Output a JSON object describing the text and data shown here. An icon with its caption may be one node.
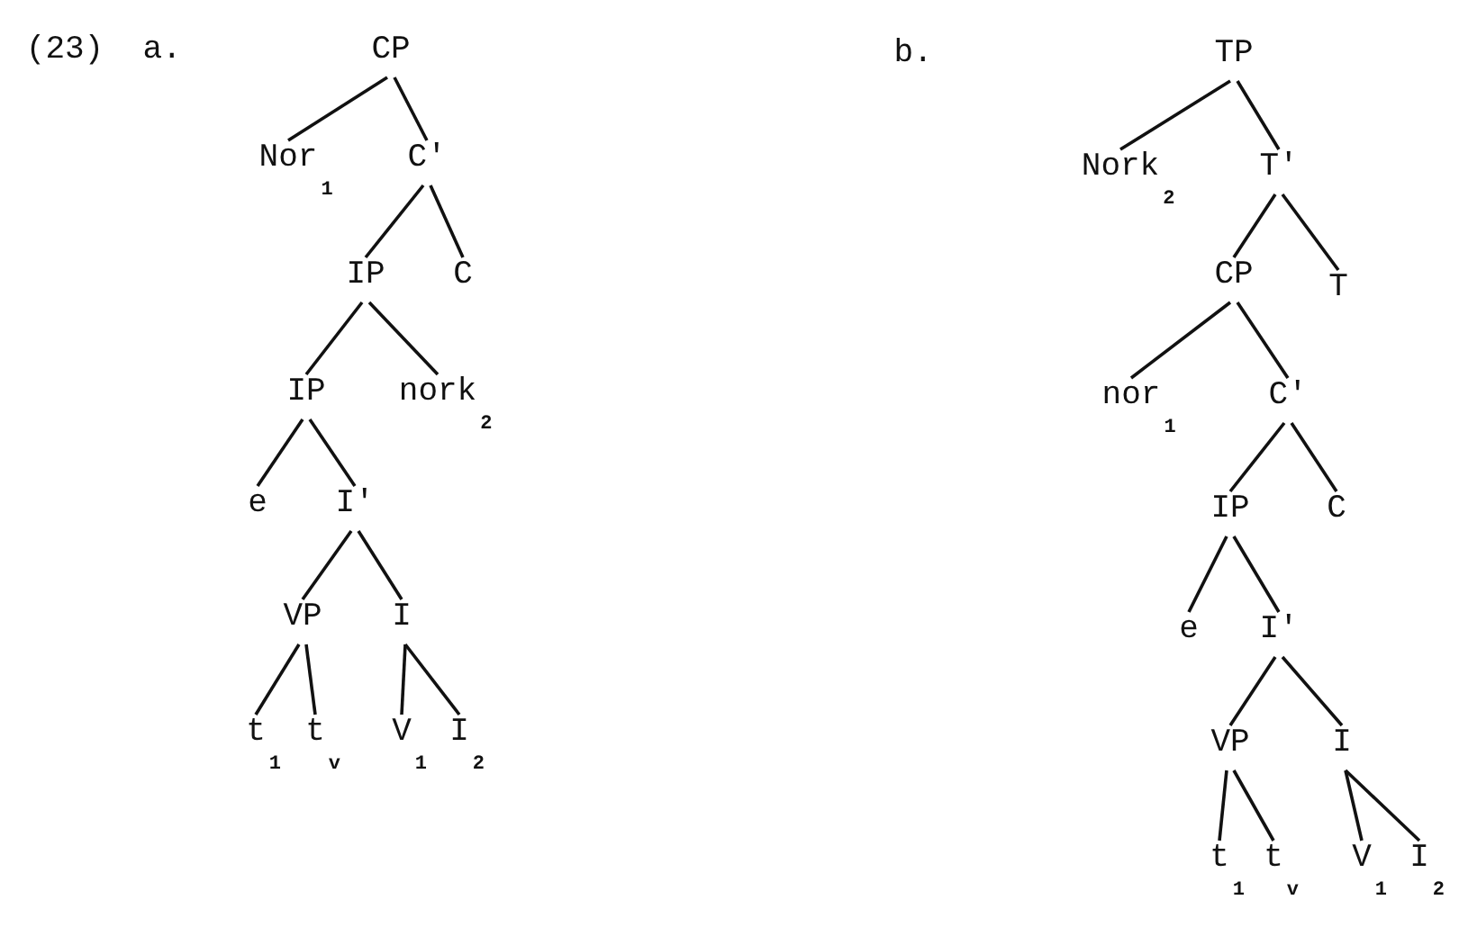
{
  "diagram": {
    "nodes": [
      {
        "text": [
          "CP"
        ]
      },
      {
        "text": [
          "Nor$_{1}$"
        ]
      },
      {
        "text": [
          "C'"
        ]
      },
      {
        "text": [
          "IP"
        ]
      },
      {
        "text": [
          "C"
        ]
      },
      {
        "text": [
          "IP"
        ]
      },
      {
        "text": [
          "nork$_{2}$"
        ]
      },
      {
        "text": [
          "e"
        ]
      },
      {
        "text": [
          "I'"
        ]
      },
      {
        "text": [
          "VP"
        ]
      },
      {
        "text": [
          "I"
        ]
      },
      {
        "text": [
          "t$_{1}$"
        ]
      },
      {
        "text": [
          "t$_{v}$"
        ]
      },
      {
        "text": [
          "V$_{1}$"
        ]
      },
      {
        "text": [
          "I$_{2}$"
        ]
      },
      {
        "text": [
          "TP"
        ]
      },
      {
        "text": [
          "Nork$_{2}$"
        ]
      },
      {
        "text": [
          "T'"
        ]
      },
      {
        "text": [
          "CP"
        ]
      },
      {
        "text": [
          "T"
        ]
      },
      {
        "text": [
          "nor$_{1}$"
        ]
      },
      {
        "text": [
          "C'"
        ]
      },
      {
        "text": [
          "IP"
        ]
      },
      {
        "text": [
          "C"
        ]
      },
      {
        "text": [
          "e"
        ]
      },
      {
        "text": [
          "I'"
        ]
      },
      {
        "text": [
          "VP"
        ]
      },
      {
        "text": [
          "I"
        ]
      },
      {
        "text": [
          "t$_{1}$"
        ]
      },
      {
        "text": [
          "t$_{v}$"
        ]
      },
      {
        "text": [
          "V$_{1}$"
        ]
      },
      {
        "text": [
          "I$_{2}$"
        ]
      }
    ],
    "edges": [
      {
        "from": 0,
        "to": 1,
        "arrow": "none"
      },
      {
        "from": 0,
        "to": 2,
        "arrow": "none"
      },
      {
        "from": 2,
        "to": 3,
        "arrow": "none"
      },
      {
        "from": 2,
        "to": 4,
        "arrow": "none"
      },
      {
        "from": 3,
        "to": 5,
        "arrow": "none"
      },
      {
        "from": 3,
        "to": 6,
        "arrow": "none"
      },
      {
        "from": 5,
        "to": 7,
        "arrow": "none"
      },
      {
        "from": 5,
        "to": 8,
        "arrow": "none"
      },
      {
        "from": 8,
        "to": 9,
        "arrow": "none"
      },
      {
        "from": 8,
        "to": 10,
        "arrow": "none"
      },
      {
        "from": 9,
        "to": 11,
        "arrow": "none"
      },
      {
        "from": 9,
        "to": 12,
        "arrow": "none"
      },
      {
        "from": 10,
        "to": 13,
        "arrow": "none"
      },
      {
        "from": 10,
        "to": 14,
        "arrow": "none"
      },
      {
        "from": 15,
        "to": 16,
        "arrow": "none"
      },
      {
        "from": 15,
        "to": 17,
        "arrow": "none"
      },
      {
        "from": 17,
        "to": 18,
        "arrow": "none"
      },
      {
        "from": 17,
        "to": 19,
        "arrow": "none"
      },
      {
        "from": 18,
        "to": 20,
        "arrow": "none"
      },
      {
        "from": 18,
        "to": 21,
        "arrow": "none"
      },
      {
        "from": 21,
        "to": 22,
        "arrow": "none"
      },
      {
        "from": 21,
        "to": 23,
        "arrow": "none"
      },
      {
        "from": 22,
        "to": 24,
        "arrow": "none"
      },
      {
        "from": 22,
        "to": 25,
        "arrow": "none"
      },
      {
        "from": 25,
        "to": 26,
        "arrow": "none"
      },
      {
        "from": 25,
        "to": 27,
        "arrow": "none"
      },
      {
        "from": 26,
        "to": 28,
        "arrow": "none"
      },
      {
        "from": 26,
        "to": 29,
        "arrow": "none"
      },
      {
        "from": 27,
        "to": 30,
        "arrow": "none"
      },
      {
        "from": 27,
        "to": 31,
        "arrow": "none"
      }
    ],
    "labels": [
      "(23)",
      "a.",
      "b."
    ]
  }
}
